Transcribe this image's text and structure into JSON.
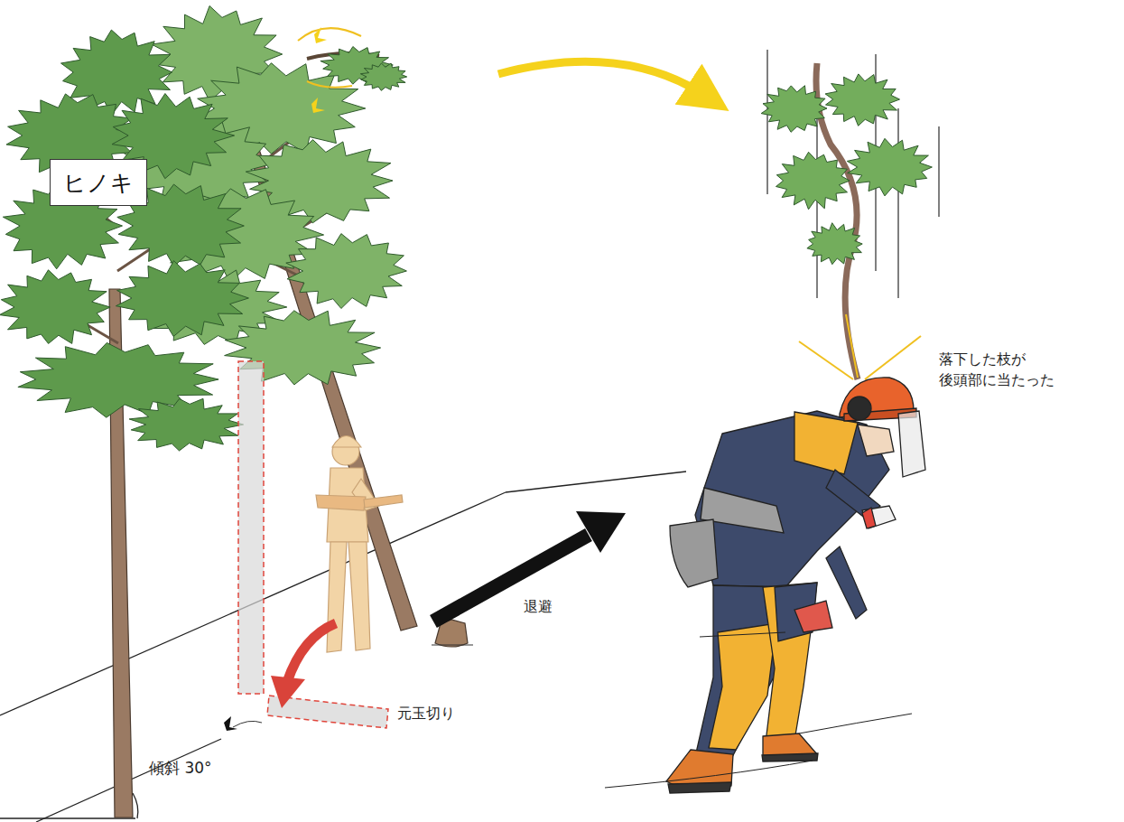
{
  "diagram": {
    "nodes": [
      {
        "text": [
          "ヒノキ"
        ]
      }
    ],
    "labels": [
      "退避",
      "元玉切り",
      "傾斜 30°",
      "落下した枝が 後頭部に当たった"
    ]
  }
}
